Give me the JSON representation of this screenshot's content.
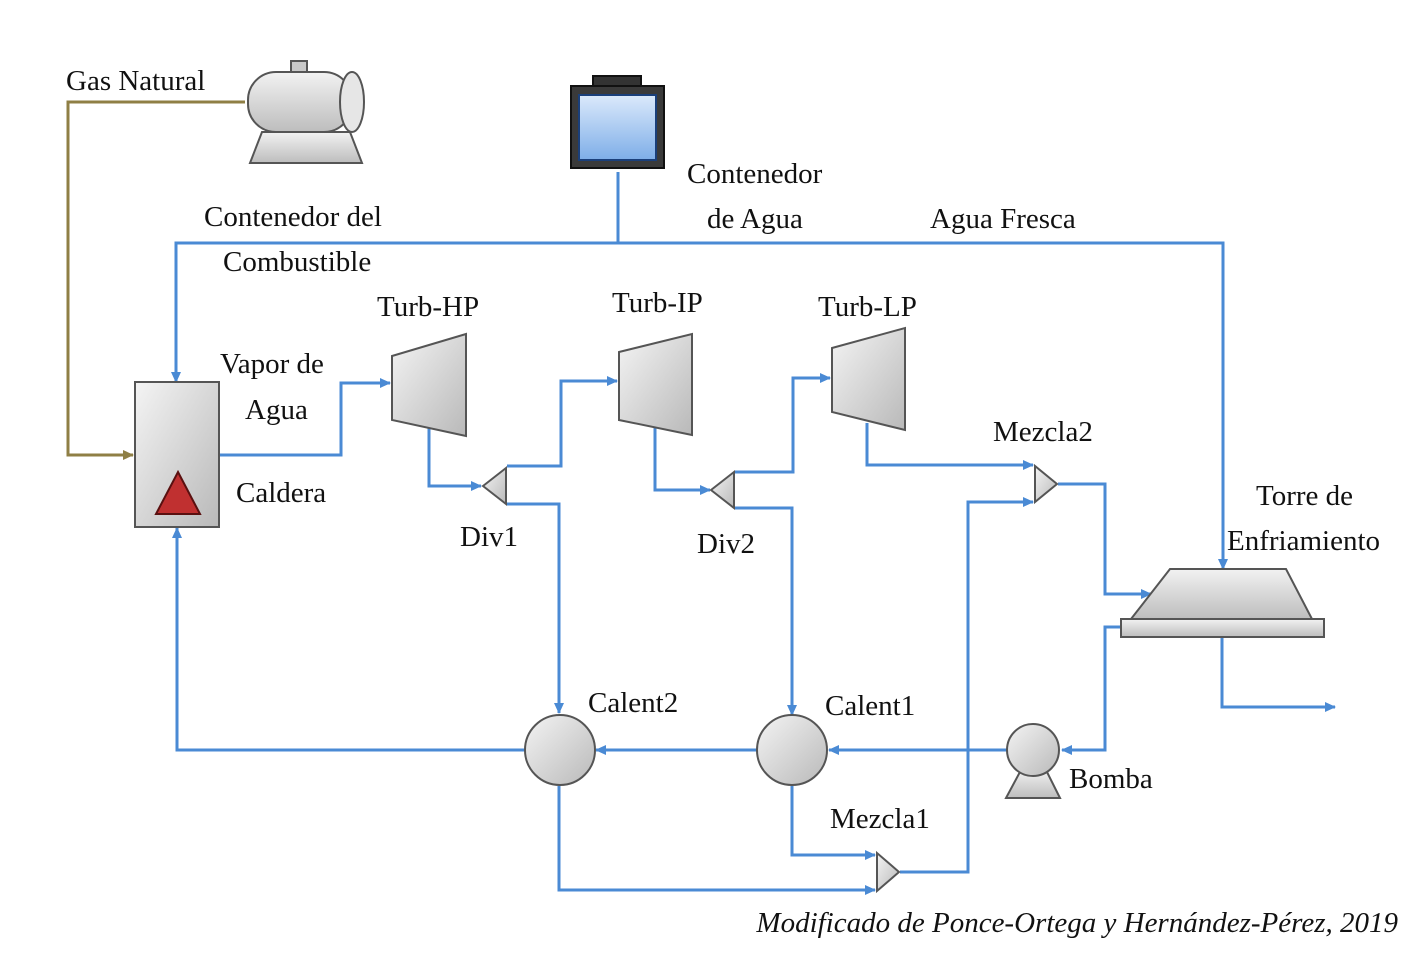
{
  "labels": {
    "gas_natural": "Gas Natural",
    "contenedor_del": "Contenedor del",
    "combustible": "Combustible",
    "contenedor": "Contenedor",
    "de_agua": "de Agua",
    "agua_fresca": "Agua Fresca",
    "turb_hp": "Turb-HP",
    "turb_ip": "Turb-IP",
    "turb_lp": "Turb-LP",
    "vapor_de": "Vapor de",
    "agua": "Agua",
    "caldera": "Caldera",
    "div1": "Div1",
    "div2": "Div2",
    "mezcla2": "Mezcla2",
    "torre_de": "Torre de",
    "enfriamiento": "Enfriamiento",
    "calent2": "Calent2",
    "calent1": "Calent1",
    "bomba": "Bomba",
    "mezcla1": "Mezcla1"
  },
  "credit": "Modificado de Ponce-Ortega y Hernández-Pérez, 2019",
  "colors": {
    "water_pipe": "#4a8ad4",
    "gas_pipe": "#8f7f45",
    "equipment_fill": "#d9d9d9",
    "tank_fill": "#a8c8f0",
    "flame": "#c03030"
  }
}
